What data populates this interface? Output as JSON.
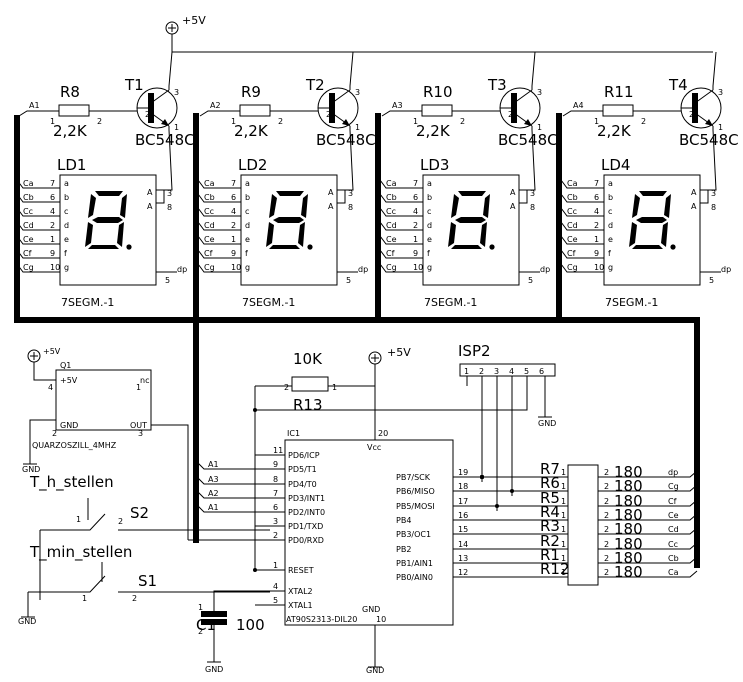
{
  "supply": {
    "vcc": "+5V",
    "gnd": "GND"
  },
  "digits": [
    {
      "rlabel": "R8",
      "tlabel": "T1",
      "ld": "LD1",
      "anode": "A1",
      "rval": "2,2K",
      "tr": "BC548C",
      "disp": "7SEGM.-1"
    },
    {
      "rlabel": "R9",
      "tlabel": "T2",
      "ld": "LD2",
      "anode": "A2",
      "rval": "2,2K",
      "tr": "BC548C",
      "disp": "7SEGM.-1"
    },
    {
      "rlabel": "R10",
      "tlabel": "T3",
      "ld": "LD3",
      "anode": "A3",
      "rval": "2,2K",
      "tr": "BC548C",
      "disp": "7SEGM.-1"
    },
    {
      "rlabel": "R11",
      "tlabel": "T4",
      "ld": "LD4",
      "anode": "A4",
      "rval": "2,2K",
      "tr": "BC548C",
      "disp": "7SEGM.-1"
    }
  ],
  "segment_lines": [
    "Ca",
    "Cb",
    "Cc",
    "Cd",
    "Ce",
    "Cf",
    "Cg"
  ],
  "segment_pins": [
    "7",
    "6",
    "4",
    "2",
    "1",
    "9",
    "10"
  ],
  "display_pins": {
    "a": "A",
    "anode_pins": [
      "3",
      "8"
    ],
    "dp": "dp",
    "dp_pin": "5"
  },
  "seg_letters": [
    "a",
    "b",
    "c",
    "d",
    "e",
    "f",
    "g"
  ],
  "oscillator": {
    "ref": "Q1",
    "part": "QUARZOSZILL_4MHZ",
    "vcc": "+5V",
    "nc": "nc",
    "gnd": "GND",
    "out": "OUT",
    "pin4": "4",
    "pin1": "1",
    "pin2": "2",
    "pin3": "3"
  },
  "pullup": {
    "ref": "R13",
    "value": "10K",
    "p1": "1",
    "p2": "2"
  },
  "isp": {
    "ref": "ISP2",
    "pins": [
      "1",
      "2",
      "3",
      "4",
      "5",
      "6"
    ]
  },
  "switches": [
    {
      "ref": "S2",
      "label": "T_h_stellen",
      "p1": "1",
      "p2": "2"
    },
    {
      "ref": "S1",
      "label": "T_min_stellen",
      "p1": "1",
      "p2": "2"
    }
  ],
  "capacitor": {
    "ref": "C1",
    "value": "100",
    "p1": "1",
    "p2": "2"
  },
  "mcu": {
    "ref": "IC1",
    "part": "AT90S2313-DIL20",
    "vcc": "Vcc",
    "vcc_pin": "20",
    "gnd": "GND",
    "gnd_pin": "10",
    "left": [
      {
        "pin": "11",
        "name": "PD6/ICP",
        "net": ""
      },
      {
        "pin": "9",
        "name": "PD5/T1",
        "net": "A1"
      },
      {
        "pin": "8",
        "name": "PD4/T0",
        "net": "A3"
      },
      {
        "pin": "7",
        "name": "PD3/INT1",
        "net": "A2"
      },
      {
        "pin": "6",
        "name": "PD2/INT0",
        "net": "A1"
      },
      {
        "pin": "3",
        "name": "PD1/TXD",
        "net": ""
      },
      {
        "pin": "2",
        "name": "PD0/RXD",
        "net": ""
      },
      {
        "pin": "1",
        "name": "RESET",
        "net": ""
      },
      {
        "pin": "4",
        "name": "XTAL2",
        "net": ""
      },
      {
        "pin": "5",
        "name": "XTAL1",
        "net": ""
      }
    ],
    "right": [
      {
        "pin": "19",
        "name": "PB7/SCK",
        "res": "R7",
        "net": "dp"
      },
      {
        "pin": "18",
        "name": "PB6/MISO",
        "res": "R6",
        "net": "Cg"
      },
      {
        "pin": "17",
        "name": "PB5/MOSI",
        "res": "R5",
        "net": "Cf"
      },
      {
        "pin": "16",
        "name": "PB4",
        "res": "R4",
        "net": "Ce"
      },
      {
        "pin": "15",
        "name": "PB3/OC1",
        "res": "R3",
        "net": "Cd"
      },
      {
        "pin": "14",
        "name": "PB2",
        "res": "R2",
        "net": "Cc"
      },
      {
        "pin": "13",
        "name": "PB1/AIN1",
        "res": "R1",
        "net": "Cb"
      },
      {
        "pin": "12",
        "name": "PB0/AIN0",
        "res": "R12",
        "net": "Ca"
      }
    ],
    "res_value": "180",
    "res_p1": "1",
    "res_p2": "2"
  }
}
